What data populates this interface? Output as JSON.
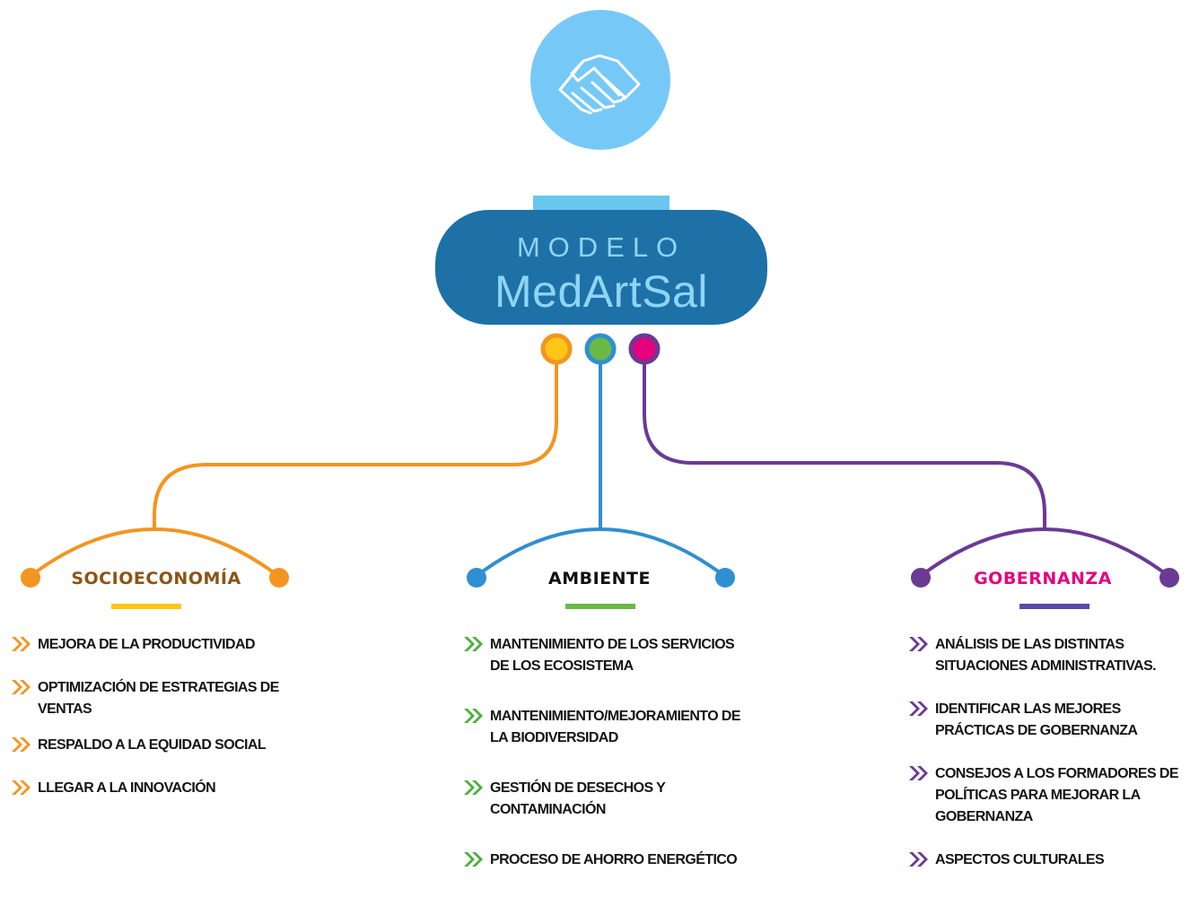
{
  "header": {
    "icon": "handshake-icon",
    "title_small": "MODELO",
    "title_brand": "MedArtSal"
  },
  "colors": {
    "icon_circle": "#76c9f6",
    "box_dark": "#1d71a7",
    "box_light": "#68c6ef",
    "title_text": "#8fd4f5",
    "socioeconomia": "#f49520",
    "socio_node": "#ffc517",
    "ambiente": "#2f8fd0",
    "ambiente_node": "#6ab947",
    "gobernanza": "#6a3a95",
    "gobernanza_node": "#e6007e",
    "gob_underline": "#5a4aa5",
    "chevron_socio": "#f49520",
    "chevron_ambiente": "#4caf3a",
    "chevron_gobernanza": "#6a3a95"
  },
  "categories": [
    {
      "id": "socio",
      "title": "SOCIOECONOMÍA",
      "items": [
        "MEJORA DE LA PRODUCTIVIDAD",
        "OPTIMIZACIÓN DE ESTRATEGIAS DE VENTAS",
        "RESPALDO A LA EQUIDAD SOCIAL",
        "LLEGAR A LA INNOVACIÓN"
      ]
    },
    {
      "id": "amb",
      "title": "AMBIENTE",
      "items": [
        "MANTENIMIENTO DE LOS SERVICIOS DE LOS ECOSISTEMA",
        "MANTENIMIENTO/MEJORAMIENTO DE LA BIODIVERSIDAD",
        "GESTIÓN DE DESECHOS Y CONTAMINACIÓN",
        "PROCESO DE AHORRO ENERGÉTICO"
      ]
    },
    {
      "id": "gob",
      "title": "GOBERNANZA",
      "items": [
        "ANÁLISIS DE LAS DISTINTAS SITUACIONES ADMINISTRATIVAS.",
        "IDENTIFICAR LAS MEJORES PRÁCTICAS DE GOBERNANZA",
        "CONSEJOS A LOS FORMADORES DE POLÍTICAS PARA MEJORAR LA GOBERNANZA",
        "ASPECTOS CULTURALES"
      ]
    }
  ]
}
